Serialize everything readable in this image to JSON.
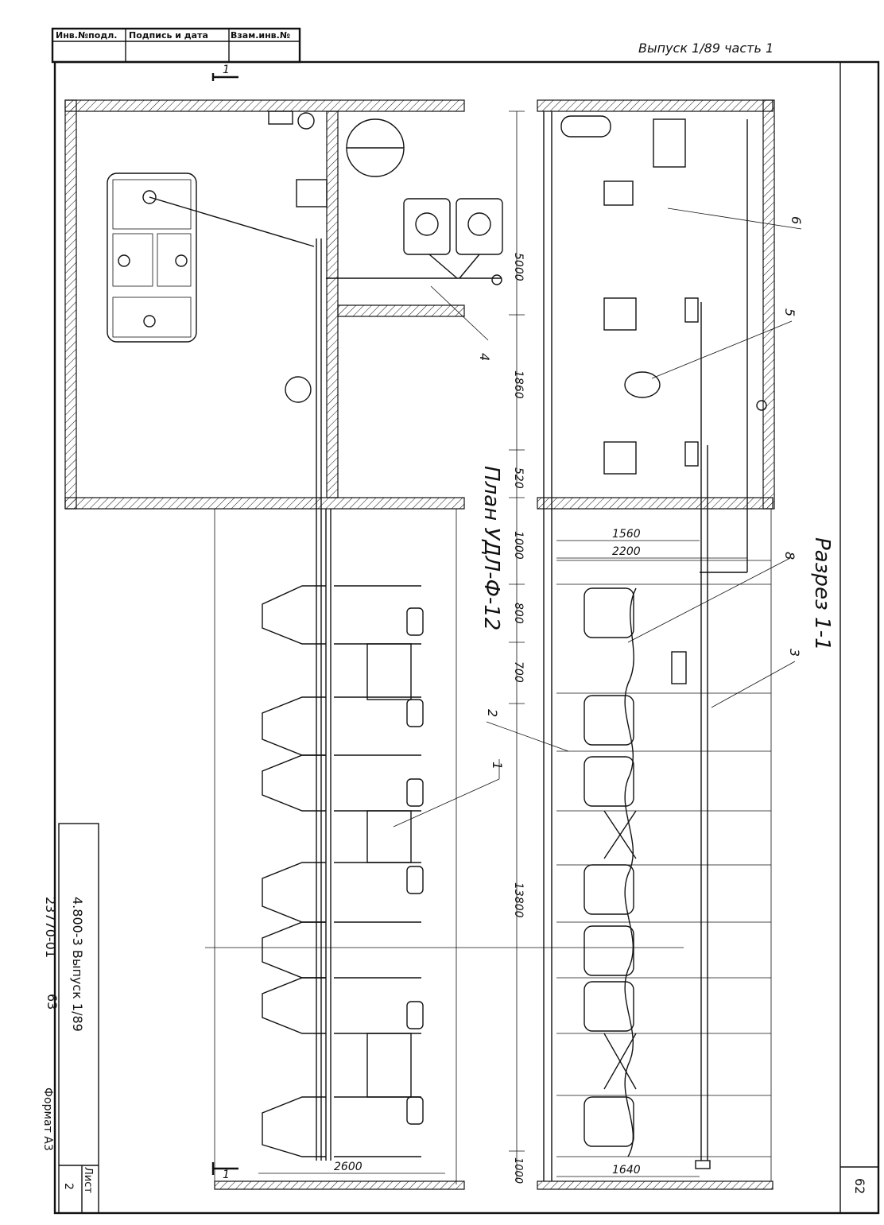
{
  "title_block": {
    "col1": "Инв.№подл.",
    "col2": "Подпись и дата",
    "col3": "Взам.инв.№"
  },
  "header": {
    "issue_label": "Выпуск 1/89 часть 1"
  },
  "sheet": {
    "side_number": "62",
    "format": "Формат А3",
    "sheet_label": "Лист",
    "sheet_number": "2"
  },
  "stamp": {
    "doc_code": "4.800-3 Выпуск 1/89",
    "doc_id": "23770-01",
    "page": "63"
  },
  "views": {
    "plan_title": "План УДЛ-Ф-12",
    "section_title": "Разрез 1-1",
    "section_mark": "1"
  },
  "dimensions": {
    "d5000": "5000",
    "d1860": "1860",
    "d520": "520",
    "d1000_top": "1000",
    "d800": "800",
    "d700": "700",
    "d13800": "13800",
    "d1000_bottom": "1000",
    "d1560": "1560",
    "d2200": "2200",
    "d2600": "2600",
    "d1640": "1640"
  },
  "callouts": [
    "1",
    "2",
    "3",
    "4",
    "5",
    "6",
    "8"
  ]
}
